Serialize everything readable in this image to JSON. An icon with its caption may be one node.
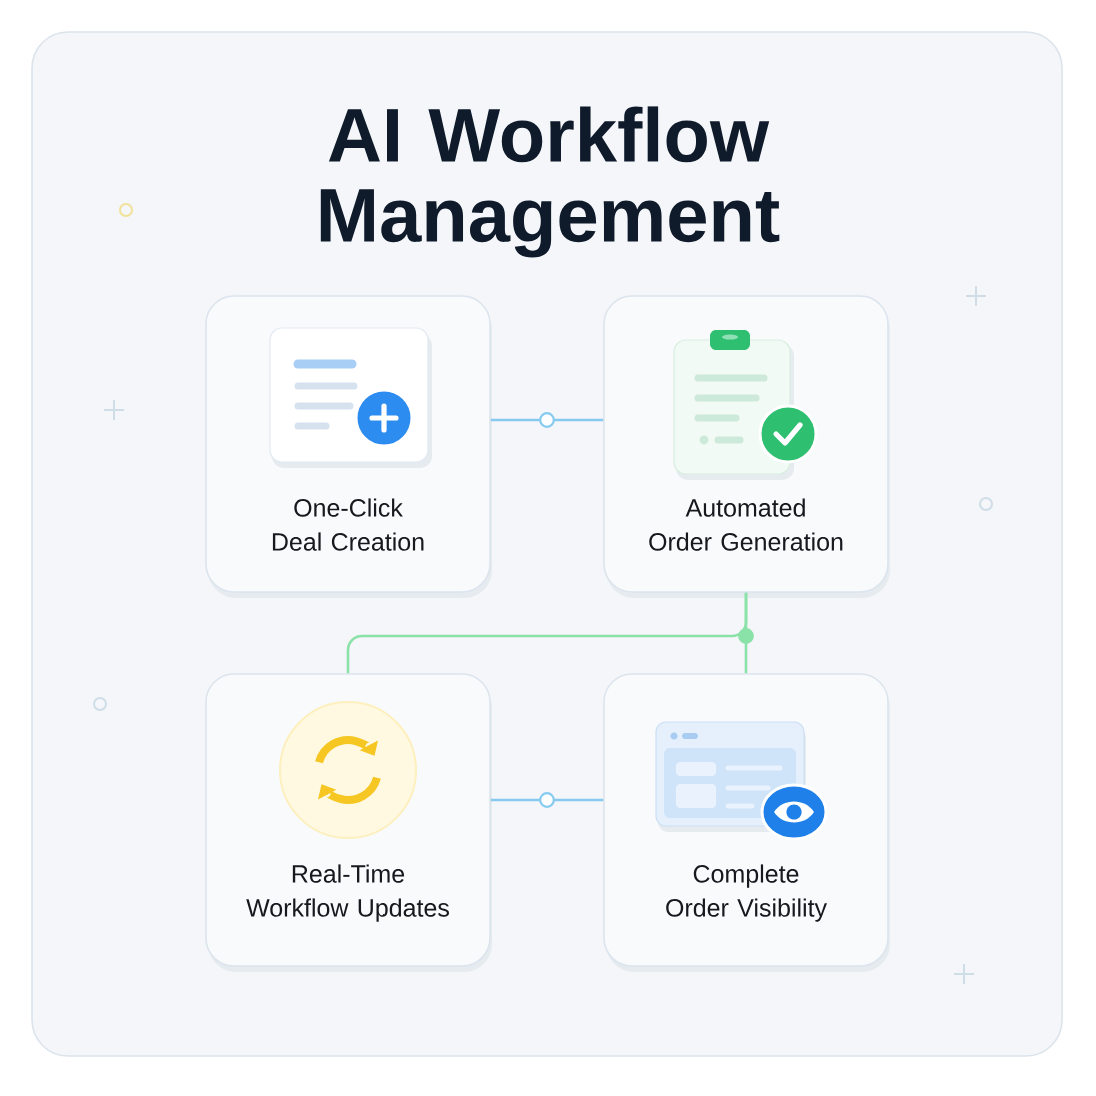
{
  "diagram": {
    "title": "AI Workflow Management",
    "nodes": [
      {
        "text": [
          "One-Click Deal Creation"
        ]
      },
      {
        "text": [
          "Automated Order Generation"
        ]
      },
      {
        "text": [
          "Real-Time Workflow Updates"
        ]
      },
      {
        "text": [
          "Complete Order Visibility"
        ]
      }
    ],
    "edges": [
      {
        "from": 0,
        "to": 1,
        "arrow": "none"
      },
      {
        "from": 1,
        "to": 2,
        "arrow": "none",
        "color": "#8be2a8"
      },
      {
        "from": 1,
        "to": 3,
        "arrow": "none",
        "color": "#8be2a8"
      },
      {
        "from": 2,
        "to": 3,
        "arrow": "none"
      }
    ]
  }
}
